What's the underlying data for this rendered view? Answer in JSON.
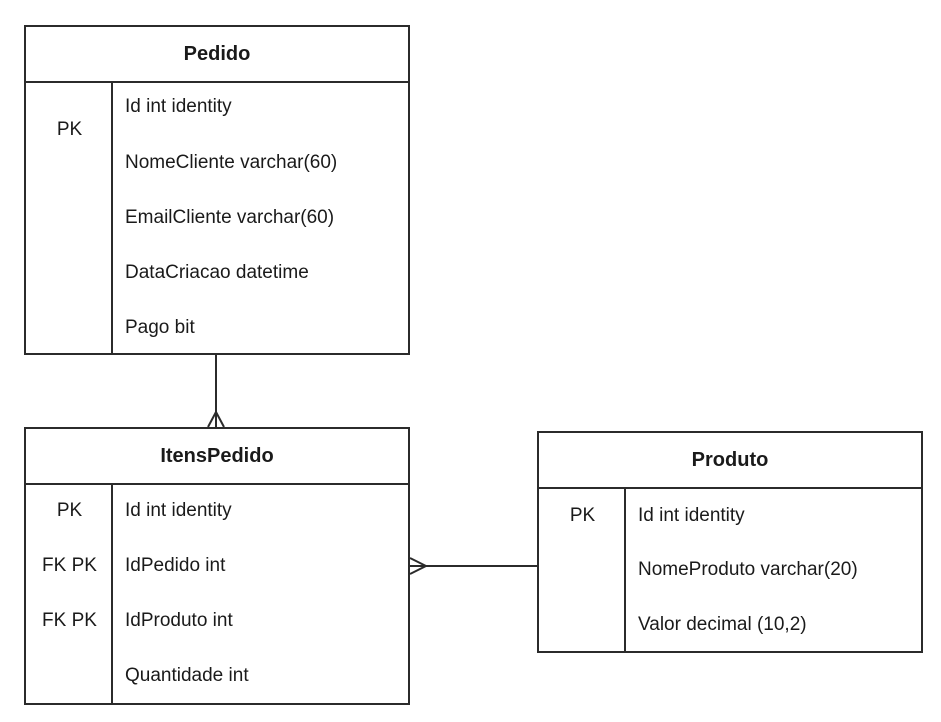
{
  "entities": {
    "pedido": {
      "title": "Pedido",
      "rows": [
        {
          "key": "PK",
          "field": "Id int identity"
        },
        {
          "key": "",
          "field": "NomeCliente varchar(60)"
        },
        {
          "key": "",
          "field": "EmailCliente varchar(60)"
        },
        {
          "key": "",
          "field": "DataCriacao datetime"
        },
        {
          "key": "",
          "field": "Pago bit"
        }
      ]
    },
    "itens_pedido": {
      "title": "ItensPedido",
      "rows": [
        {
          "key": "PK",
          "field": "Id int identity"
        },
        {
          "key": "FK PK",
          "field": "IdPedido int"
        },
        {
          "key": "FK PK",
          "field": "IdProduto int"
        },
        {
          "key": "",
          "field": "Quantidade int"
        }
      ]
    },
    "produto": {
      "title": "Produto",
      "rows": [
        {
          "key": "PK",
          "field": "Id int identity"
        },
        {
          "key": "",
          "field": "NomeProduto varchar(20)"
        },
        {
          "key": "",
          "field": "Valor decimal (10,2)"
        }
      ]
    }
  },
  "relationships": [
    {
      "from": "Pedido",
      "to": "ItensPedido",
      "from_end": "one",
      "to_end": "many"
    },
    {
      "from": "Produto",
      "to": "ItensPedido",
      "from_end": "one",
      "to_end": "many"
    }
  ],
  "colors": {
    "line": "#2b2b2b",
    "background": "#ffffff",
    "text": "#1a1a1a"
  }
}
